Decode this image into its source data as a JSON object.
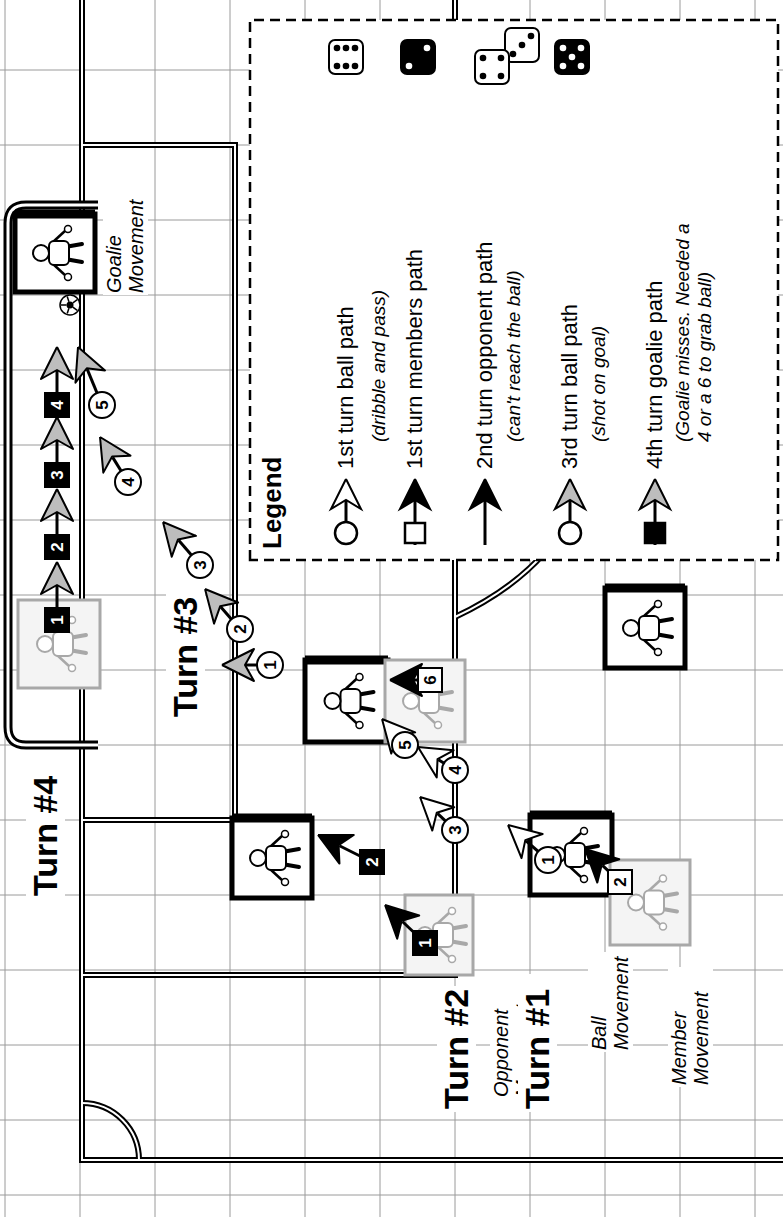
{
  "diagram": {
    "labels": [
      "Turn #4",
      "Goalie Movement",
      "1",
      "2",
      "3",
      "4",
      "1",
      "2",
      "3",
      "4",
      "5",
      "6",
      "Turn #3",
      "Turn #2",
      "Opponent Movement",
      "1",
      "2",
      "Turn #1",
      "Ball Movement",
      "Member Movement",
      "1",
      "3",
      "4",
      "5",
      "2",
      "Legend",
      "(dribble and pass)",
      "(can't reach the ball)",
      "(shot on goal)",
      "(Goalie misses. Needed a 4 or a 6 to grab ball)"
    ],
    "legend": [
      {
        "text": "1st turn ball path"
      },
      {
        "text": "1st turn members path"
      },
      {
        "text": "2nd turn opponent path"
      },
      {
        "text": "3rd turn ball path"
      },
      {
        "text": "4th turn goalie path"
      }
    ]
  }
}
